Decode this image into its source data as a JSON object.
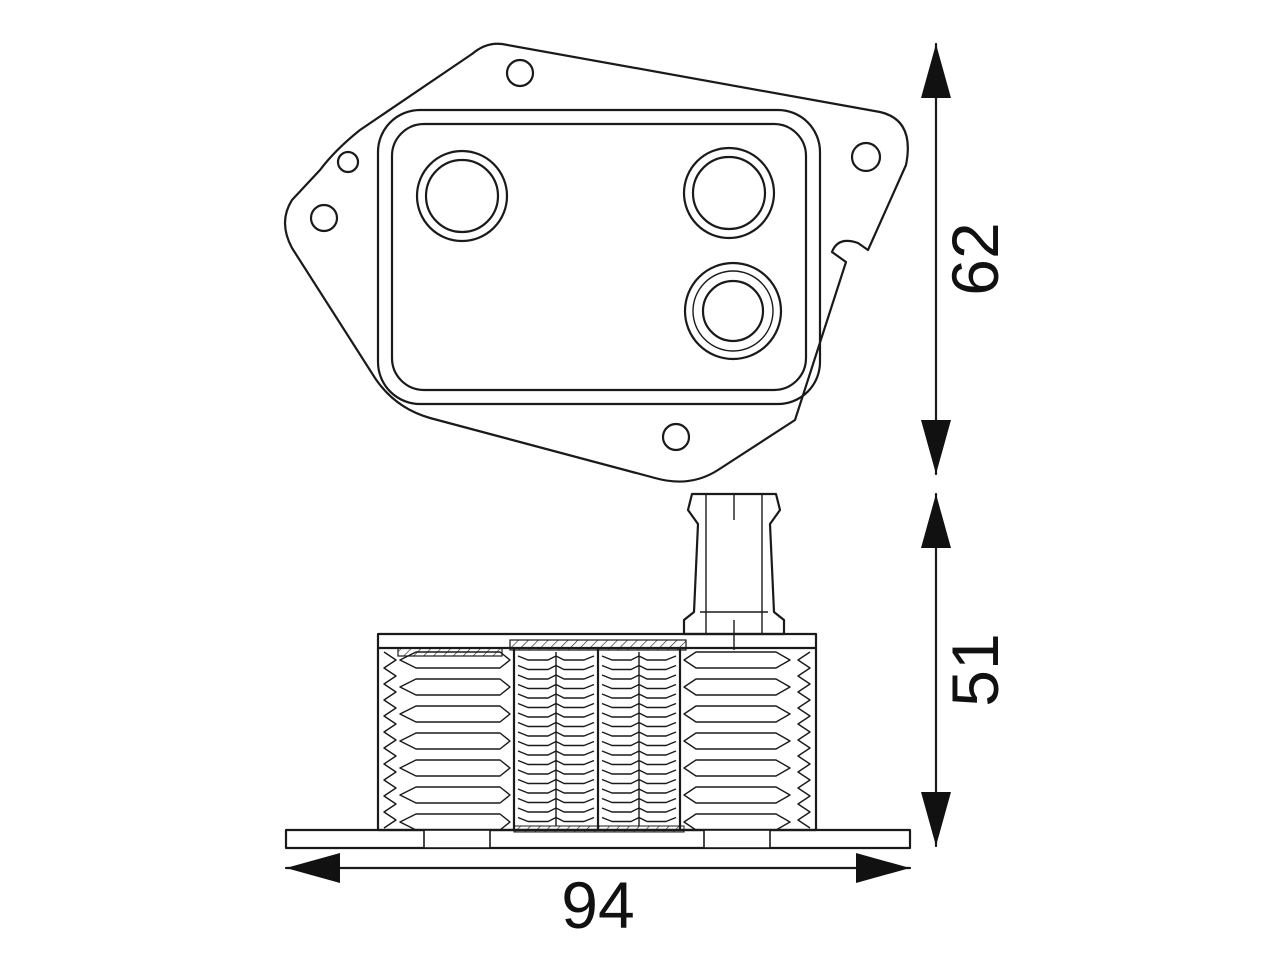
{
  "dimensions": {
    "height_top": "62",
    "height_bottom": "51",
    "width": "94"
  },
  "colors": {
    "line": "#1a1a1a",
    "background": "#ffffff"
  }
}
